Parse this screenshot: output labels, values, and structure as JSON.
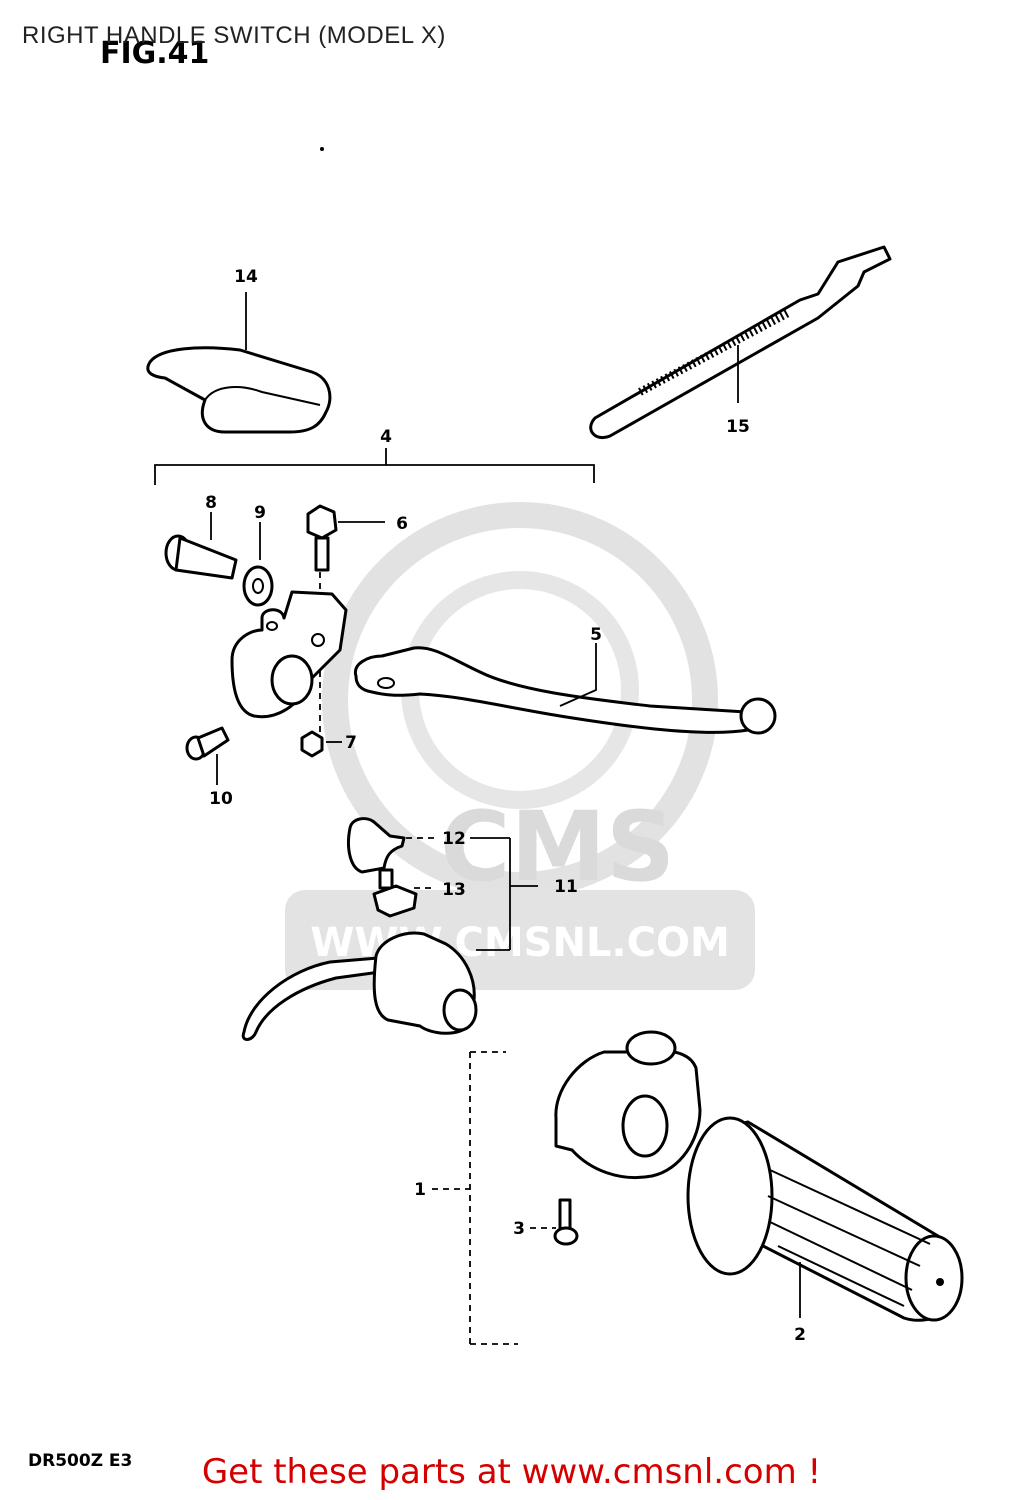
{
  "header": {
    "title": "RIGHT HANDLE SWITCH (MODEL X)"
  },
  "diagram": {
    "figure_label": "FIG.41",
    "model_code": "DR500Z E3",
    "watermark": {
      "brand": "CMS",
      "url": "WWW.CMSNL.COM"
    },
    "callouts": [
      "1",
      "2",
      "3",
      "4",
      "5",
      "6",
      "7",
      "8",
      "9",
      "10",
      "11",
      "12",
      "13",
      "14",
      "15"
    ]
  },
  "footer": {
    "link_text": "Get these parts at www.cmsnl.com !",
    "link_color": "#d40000"
  }
}
